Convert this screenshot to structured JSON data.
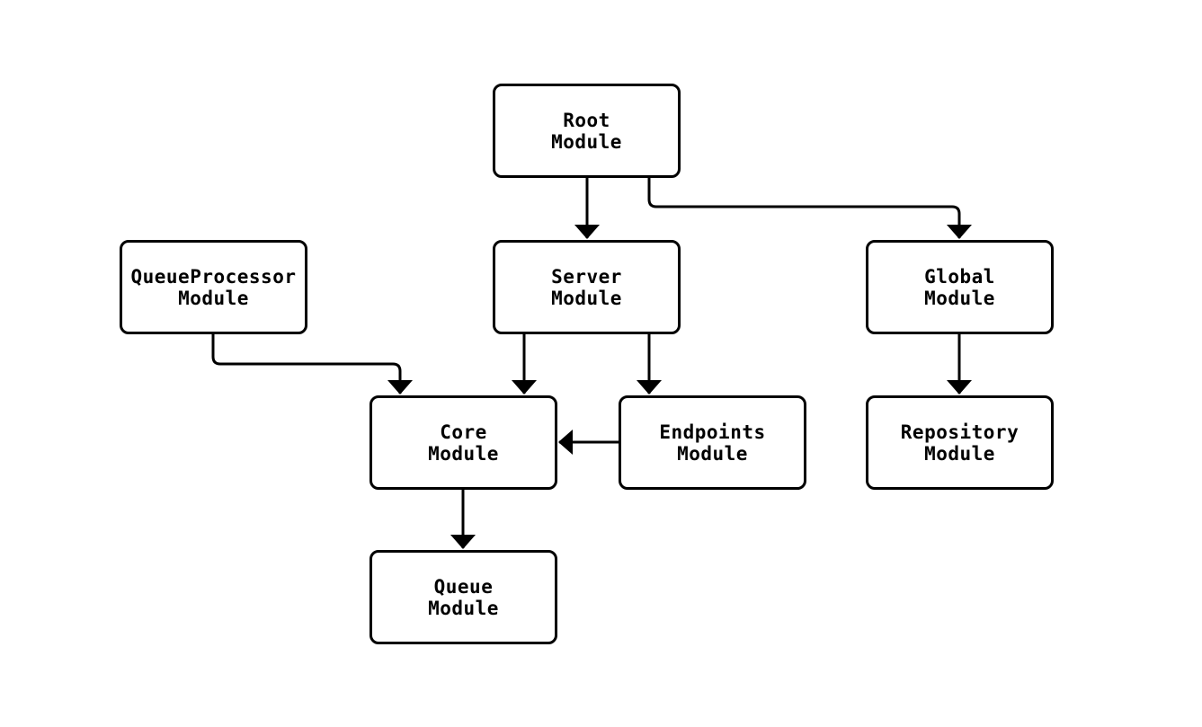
{
  "diagram": {
    "type": "flowchart",
    "direction": "top-down",
    "colors": {
      "node_fill": "#ffffff",
      "node_border": "#000000",
      "edge_stroke": "#000000",
      "text": "#000000",
      "background": "#ffffff"
    },
    "nodes": [
      {
        "id": "root",
        "label": "Root\nModule"
      },
      {
        "id": "queueprocessor",
        "label": "QueueProcessor\nModule"
      },
      {
        "id": "server",
        "label": "Server\nModule"
      },
      {
        "id": "global",
        "label": "Global\nModule"
      },
      {
        "id": "core",
        "label": "Core\nModule"
      },
      {
        "id": "endpoints",
        "label": "Endpoints\nModule"
      },
      {
        "id": "repository",
        "label": "Repository\nModule"
      },
      {
        "id": "queue",
        "label": "Queue\nModule"
      }
    ],
    "edges": [
      {
        "from": "root",
        "to": "server"
      },
      {
        "from": "root",
        "to": "global"
      },
      {
        "from": "queueprocessor",
        "to": "core"
      },
      {
        "from": "server",
        "to": "core"
      },
      {
        "from": "server",
        "to": "endpoints"
      },
      {
        "from": "endpoints",
        "to": "core"
      },
      {
        "from": "global",
        "to": "repository"
      },
      {
        "from": "core",
        "to": "queue"
      }
    ]
  }
}
